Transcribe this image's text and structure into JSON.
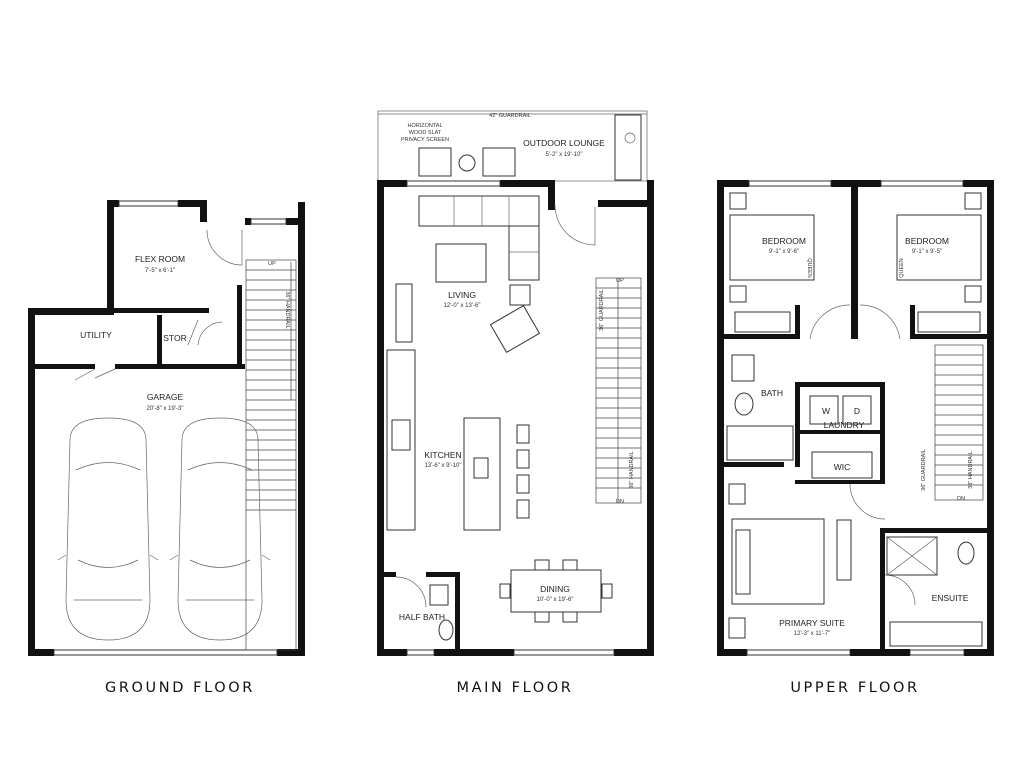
{
  "floors": {
    "ground": {
      "title": "GROUND FLOOR",
      "rooms": {
        "flex_room": {
          "name": "FLEX ROOM",
          "dims": "7'-5\" x 6'-1\""
        },
        "utility": {
          "name": "UTILITY"
        },
        "stor": {
          "name": "STOR"
        },
        "garage": {
          "name": "GARAGE",
          "dims": "20'-8\" x 19'-3\""
        }
      },
      "stair_up": "UP",
      "handrail": "36\" HANDRAIL"
    },
    "main": {
      "title": "MAIN FLOOR",
      "guardrail": "42\" GUARDRAIL",
      "privacy_screen": [
        "HORIZONTAL",
        "WOOD SLAT",
        "PRIVACY SCREEN"
      ],
      "rooms": {
        "outdoor_lounge": {
          "name": "OUTDOOR LOUNGE",
          "dims": "5'-2\" x 19'-10\""
        },
        "living": {
          "name": "LIVING",
          "dims": "12'-0\" x 13'-6\""
        },
        "kitchen": {
          "name": "KITCHEN",
          "dims": "13'-6\" x 9'-10\""
        },
        "dining": {
          "name": "DINING",
          "dims": "10'-0\" x 19'-6\""
        },
        "half_bath": {
          "name": "HALF BATH"
        }
      },
      "stair_up": "UP",
      "stair_dn": "DN",
      "guardrail_36": "36\" GUARDRAIL",
      "handrail": "36\" HANDRAIL"
    },
    "upper": {
      "title": "UPPER FLOOR",
      "rooms": {
        "bedroom_1": {
          "name": "BEDROOM",
          "dims": "9'-1\" x 9'-6\""
        },
        "bedroom_2": {
          "name": "BEDROOM",
          "dims": "9'-1\" x 9'-5\""
        },
        "bath": {
          "name": "BATH"
        },
        "laundry": {
          "name": "LAUNDRY"
        },
        "wic": {
          "name": "WIC"
        },
        "primary_suite": {
          "name": "PRIMARY SUITE",
          "dims": "12'-3\" x 11'-7\""
        },
        "ensuite": {
          "name": "ENSUITE"
        }
      },
      "washer": "W",
      "dryer": "D",
      "queen": "QUEEN",
      "stair_dn": "DN",
      "guardrail": "36\" GUARDRAIL",
      "handrail": "36\" HANDRAIL"
    }
  }
}
